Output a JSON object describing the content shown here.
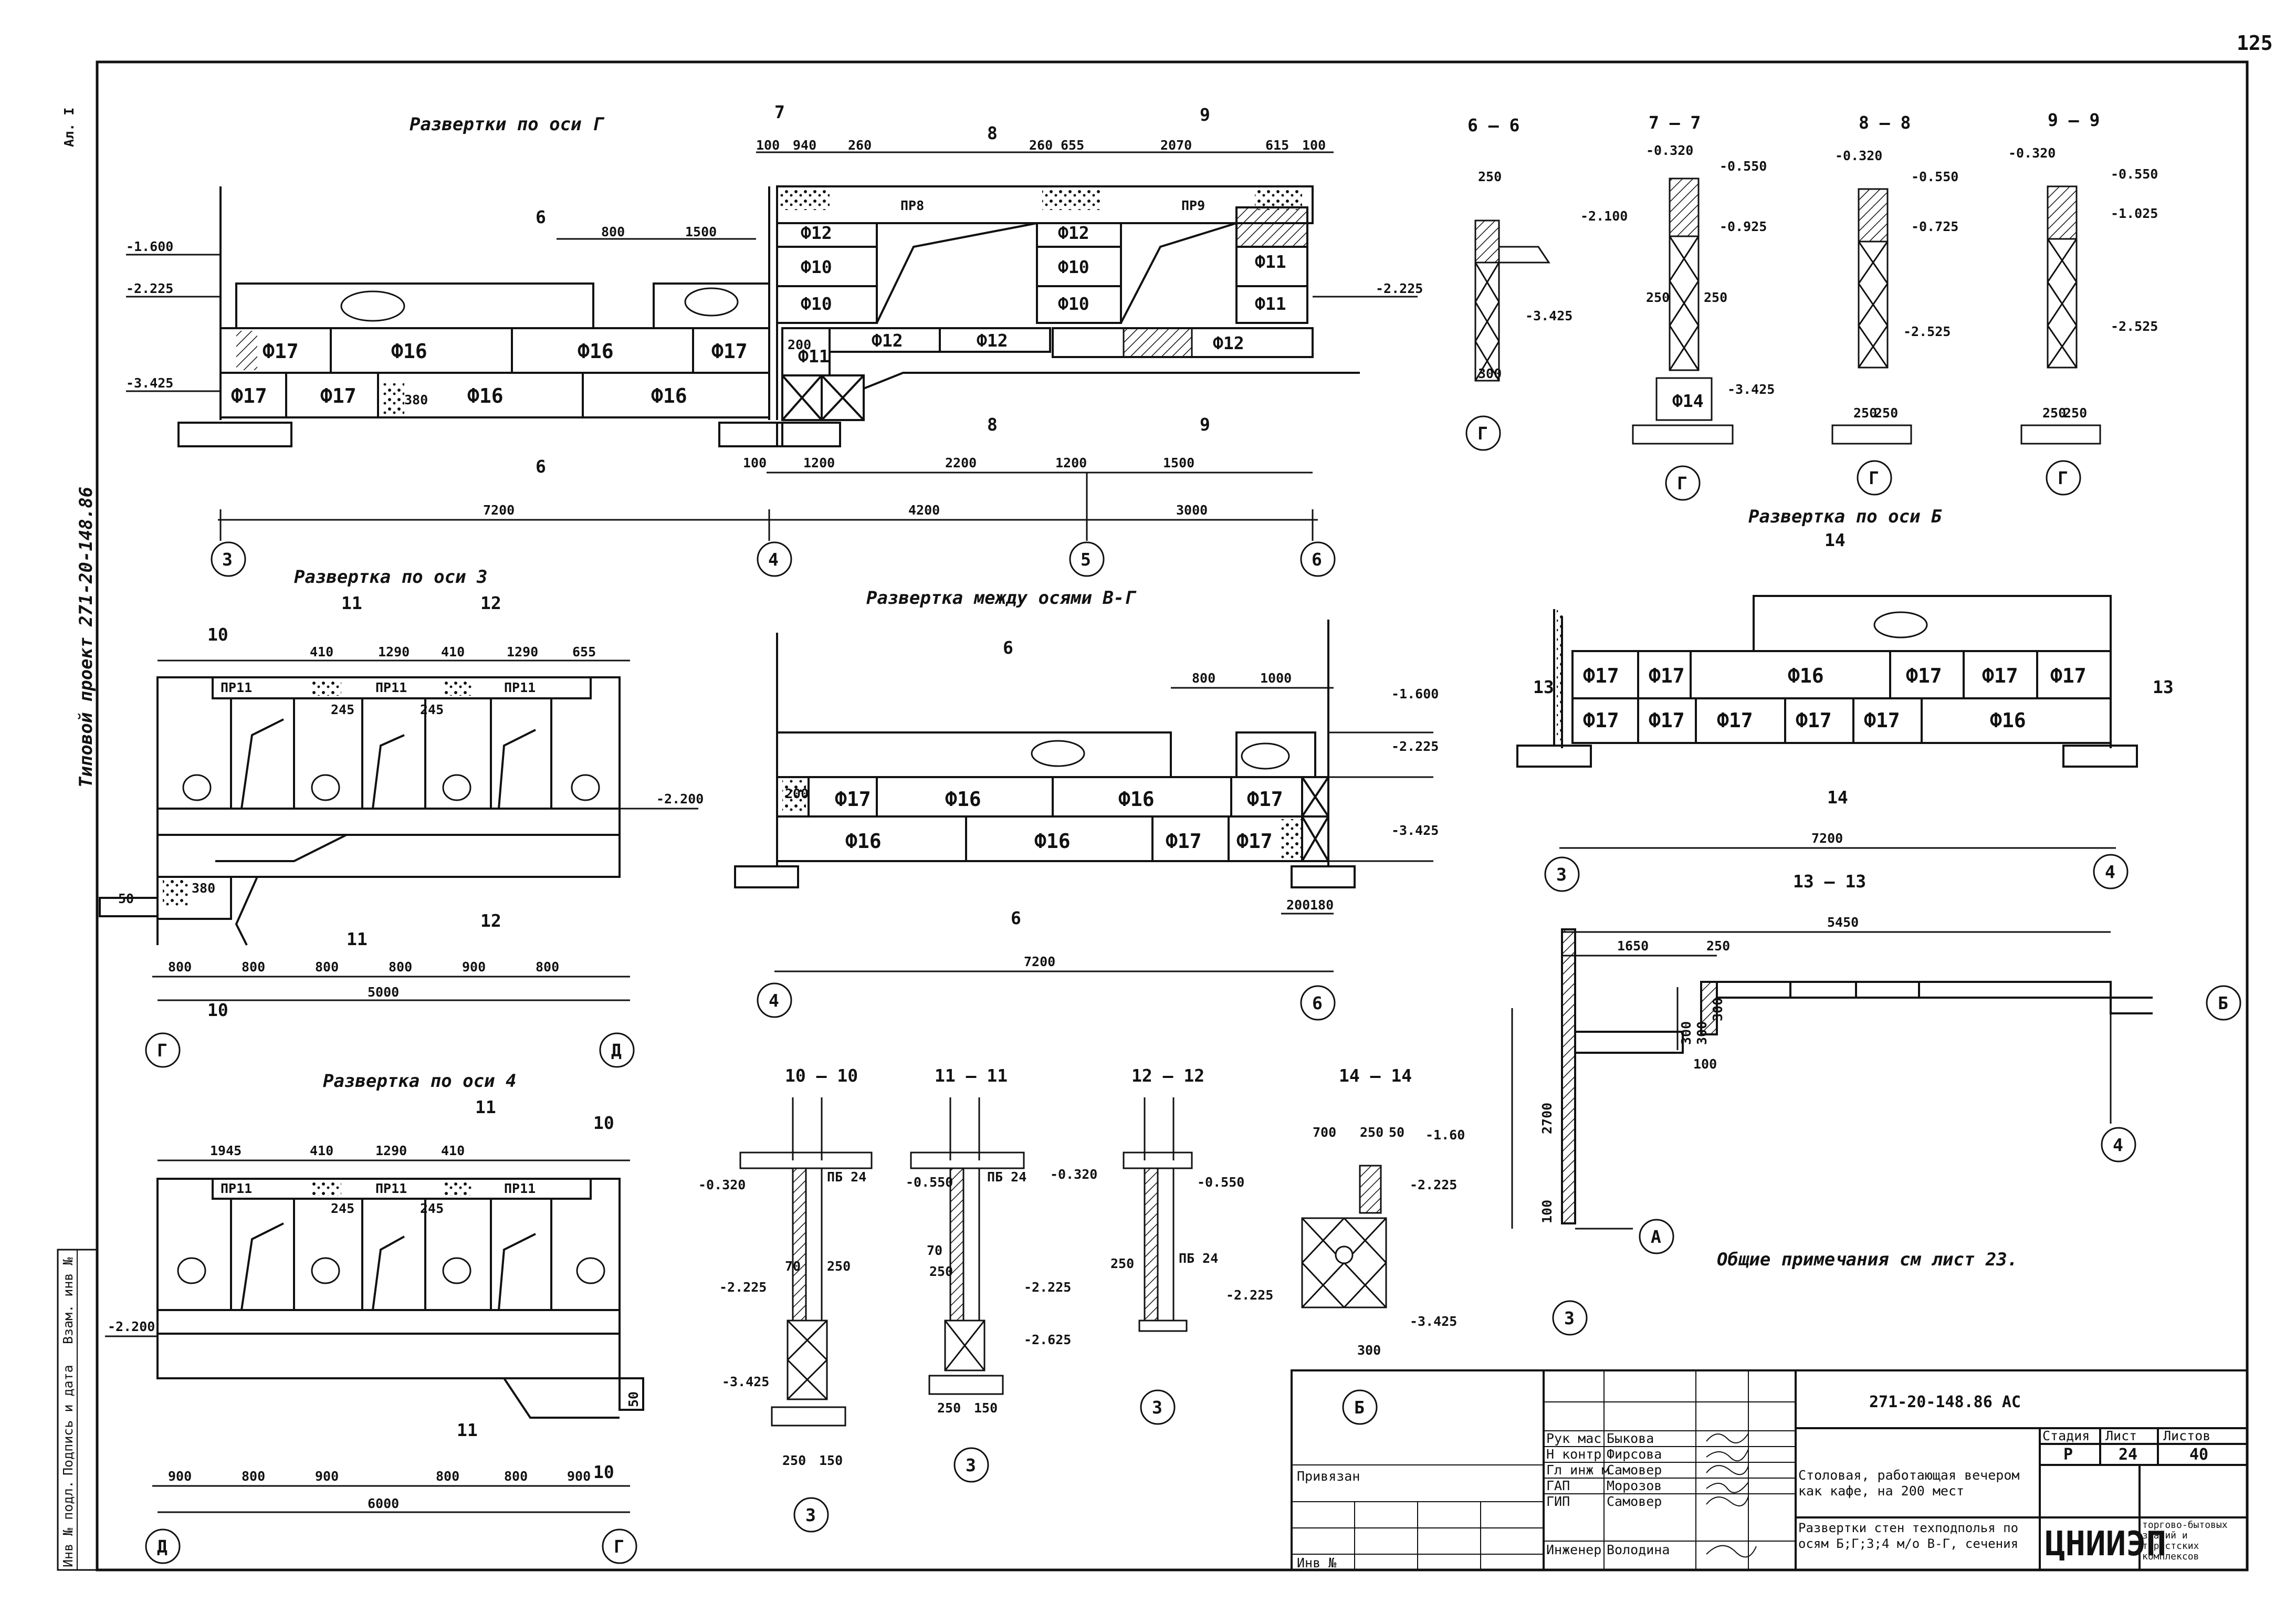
{
  "sheet": {
    "page_number": "125",
    "album": "Ал. I",
    "side_title": "Типовой проект 271-20-148.86",
    "general_note": "Общие примечания см лист 23."
  },
  "stamp_column": {
    "labels": [
      "Инв № подл.",
      "Подпись и дата",
      "Взам. инв №"
    ]
  },
  "title_block": {
    "code": "271-20-148.86 АС",
    "privyazan": "Привязан",
    "inv_no": "Инв №",
    "staff": [
      {
        "role": "Рук мас",
        "name": "Быкова"
      },
      {
        "role": "Н контр",
        "name": "Фирсова"
      },
      {
        "role": "Гл инж м",
        "name": "Самовер"
      },
      {
        "role": "ГАП",
        "name": "Морозов"
      },
      {
        "role": "ГИП",
        "name": "Самовер"
      },
      {
        "role": "Инженер",
        "name": "Володина"
      }
    ],
    "object_name": "Столовая, работающая вечером как кафе, на 200 мест",
    "drawing_name": "Развертки стен техподполья по осям Б;Г;3;4 м/о В-Г, сечения",
    "stage_label": "Стадия",
    "stage": "Р",
    "sheet_label": "Лист",
    "sheet": "24",
    "sheets_label": "Листов",
    "sheets": "40",
    "org": "ЦНИИЭП",
    "org_sub": "торгово-бытовых зданий и туристских комплексов"
  },
  "views": {
    "os_g": {
      "title": "Развертки по оси Г",
      "panels_row1": [
        "Ф17",
        "Ф16",
        "Ф16",
        "Ф17"
      ],
      "panels_row2": [
        "Ф17",
        "Ф17",
        "Ф16",
        "Ф16"
      ],
      "right_panels_row1": [
        "Ф11",
        "Ф12",
        "Ф12",
        "Ф12"
      ],
      "right_upper": [
        "Ф12",
        "Ф10",
        "Ф10",
        "Ф12",
        "Ф10",
        "Ф10",
        "Ф11",
        "Ф11"
      ],
      "lintels": [
        "ПР8",
        "ПР9"
      ],
      "top_dims": [
        "100",
        "940",
        "260",
        "260",
        "655",
        "2070",
        "615",
        "100"
      ],
      "mid_dims": [
        "800",
        "1500"
      ],
      "bottom_dims": [
        "100",
        "1200",
        "2200",
        "1200",
        "1500"
      ],
      "overall_dims": [
        "7200",
        "4200",
        "3000"
      ],
      "marks": [
        "-1.600",
        "-2.225",
        "-3.425",
        "-2.225"
      ],
      "inset_dim": "380",
      "inset_dim2": "200",
      "axes": [
        "3",
        "4",
        "5",
        "6"
      ],
      "cuts": [
        "6",
        "6",
        "7",
        "8",
        "8",
        "9",
        "9"
      ]
    },
    "os_3": {
      "title": "Развертка по оси 3",
      "lintels": [
        "ПР11",
        "ПР11",
        "ПР11"
      ],
      "top_dims": [
        "410",
        "1290",
        "410",
        "1290",
        "655"
      ],
      "inner_dims": [
        "245",
        "245",
        "380"
      ],
      "bottom_dims": [
        "800",
        "800",
        "800",
        "800",
        "900",
        "800"
      ],
      "overall": "5000",
      "marks": [
        "-2.200"
      ],
      "axes": [
        "Г",
        "Д"
      ],
      "cuts": [
        "10",
        "11",
        "12",
        "11",
        "12",
        "10"
      ],
      "edge_dim": "50"
    },
    "os_4": {
      "title": "Развертка по оси 4",
      "lintels": [
        "ПР11",
        "ПР11",
        "ПР11"
      ],
      "top_dims": [
        "1945",
        "410",
        "1290",
        "410"
      ],
      "inner_dims": [
        "245",
        "245"
      ],
      "bottom_dims": [
        "900",
        "800",
        "900",
        "800",
        "800",
        "900"
      ],
      "overall": "6000",
      "marks": [
        "-2.200"
      ],
      "axes": [
        "Д",
        "Г"
      ],
      "cuts": [
        "11",
        "10",
        "11",
        "10"
      ],
      "edge_dim": "50"
    },
    "mezhdu_v_g": {
      "title": "Развертка между осями В-Г",
      "panels_row1": [
        "Ф17",
        "Ф16",
        "Ф16",
        "Ф17"
      ],
      "panels_row2": [
        "Ф16",
        "Ф16",
        "Ф17",
        "Ф17"
      ],
      "dims": [
        "800",
        "1000",
        "200",
        "200",
        "180"
      ],
      "overall": "7200",
      "marks": [
        "-1.600",
        "-2.225",
        "-3.425"
      ],
      "axes": [
        "4",
        "6"
      ],
      "cuts": [
        "6",
        "6"
      ]
    },
    "os_b": {
      "title": "Развертка по оси Б",
      "panels_row1": [
        "Ф17",
        "Ф17",
        "Ф16",
        "Ф17",
        "Ф17",
        "Ф17"
      ],
      "panels_row2": [
        "Ф17",
        "Ф17",
        "Ф17",
        "Ф17",
        "Ф17",
        "Ф16"
      ],
      "overall": "7200",
      "axes": [
        "3",
        "4"
      ],
      "cuts": [
        "14",
        "14",
        "13",
        "13"
      ]
    },
    "plan_13": {
      "title": "13 — 13",
      "dims": [
        "5450",
        "1650",
        "250",
        "300",
        "300",
        "300",
        "100",
        "2700",
        "100"
      ],
      "axes": [
        "Б",
        "4",
        "А",
        "3"
      ]
    }
  },
  "sections": [
    {
      "title": "6 — 6",
      "dims": [
        "250",
        "300"
      ],
      "marks": [
        "-2.100",
        "-3.425"
      ],
      "axis": "Г"
    },
    {
      "title": "7 — 7",
      "dims": [
        "250",
        "250"
      ],
      "marks": [
        "-0.320",
        "-0.550",
        "-0.925",
        "-3.425"
      ],
      "panel": "Ф14",
      "axis": "Г"
    },
    {
      "title": "8 — 8",
      "dims": [
        "250",
        "250"
      ],
      "marks": [
        "-0.320",
        "-0.550",
        "-0.725",
        "-2.525"
      ],
      "axis": "Г"
    },
    {
      "title": "9 — 9",
      "dims": [
        "250",
        "250"
      ],
      "marks": [
        "-0.320",
        "-0.550",
        "-1.025",
        "-2.525"
      ],
      "axis": "Г"
    },
    {
      "title": "10 — 10",
      "dims": [
        "70",
        "250",
        "250",
        "150"
      ],
      "marks": [
        "-0.320",
        "-2.225",
        "-3.425"
      ],
      "panel": "ПБ 24",
      "axis": "3"
    },
    {
      "title": "11 — 11",
      "dims": [
        "70",
        "250",
        "250",
        "150"
      ],
      "marks": [
        "-0.550",
        "-0.320",
        "-2.225",
        "-2.625"
      ],
      "panel": "ПБ 24",
      "axis": "3"
    },
    {
      "title": "12 — 12",
      "dims": [
        "250"
      ],
      "marks": [
        "-0.550",
        "-2.225"
      ],
      "panel": "ПБ 24",
      "axis": "3"
    },
    {
      "title": "14 — 14",
      "dims": [
        "700",
        "250",
        "50",
        "300"
      ],
      "marks": [
        "-1.60",
        "-2.225",
        "-3.425"
      ],
      "axis": "Б"
    }
  ],
  "colors": {
    "ink": "#111111",
    "paper": "#ffffff",
    "fill": "#d9d9d9"
  }
}
